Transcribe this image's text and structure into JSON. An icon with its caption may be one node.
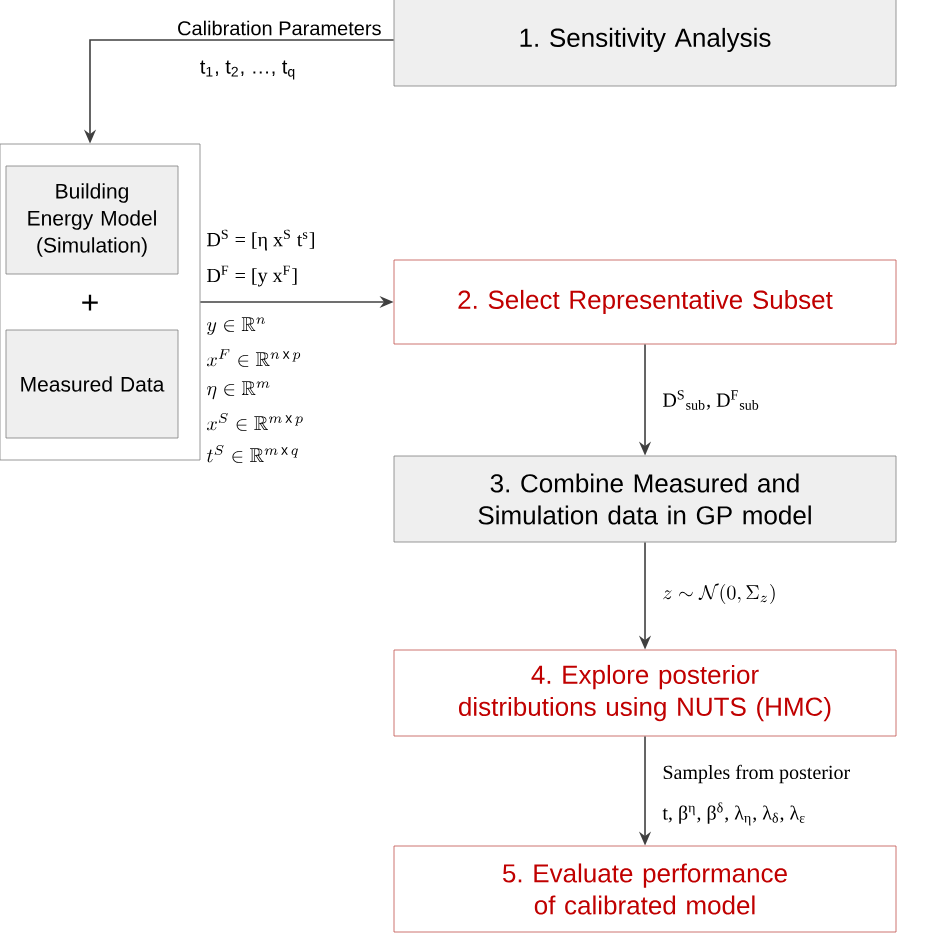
{
  "diagram": {
    "nodes": [
      {
        "text": [
          "1. Sensitivity Analysis"
        ]
      },
      {
        "text": [],
        "shape": "box"
      },
      {
        "text": [
          "Building Energy Model (Simulation)"
        ],
        "in": 1
      },
      {
        "text": [
          "Measured Data"
        ],
        "in": 1
      },
      {
        "text": [
          "2. Select Representative Subset"
        ]
      },
      {
        "text": [
          "3. Combine Measured and Simulation data in GP model"
        ]
      },
      {
        "text": [
          "4. Explore posterior distributions using NUTS (HMC)"
        ]
      },
      {
        "text": [
          "5. Evaluate performance of calibrated model"
        ]
      }
    ],
    "edges": [
      {
        "from": 0,
        "to": 1,
        "arrow": "to",
        "label": "Calibration Parameters"
      },
      {
        "from": 1,
        "to": 4,
        "arrow": "to"
      },
      {
        "from": 4,
        "to": 5,
        "arrow": "to",
        "label": "D$^{S}$$_{sub}$, D$^{F}$$_{sub}$"
      },
      {
        "from": 5,
        "to": 6,
        "arrow": "to"
      },
      {
        "from": 6,
        "to": 7,
        "arrow": "to",
        "label": "Samples from posterior"
      }
    ],
    "labels": [
      "t$_{1}$, t$_{2}$, …, t$_{q}$",
      "+",
      "D$^{S}$ = [η x$^{S}$ t$^{s}$]",
      "D$^{F}$ = [y x$^{F}$]",
      "y\\in\\mathbb{R}^{n}",
      "x^{F}\\in\\mathbb{R}^{n\\,\\mathrm{x}\\,p}",
      "\\eta\\in\\mathbb{R}^{m}",
      "x^{S}\\in\\mathbb{R}^{m\\,\\mathrm{x}\\,p}",
      "t^{S}\\in\\mathbb{R}^{m\\,\\mathrm{x}\\,q}",
      "z\\sim\\mathcal{N}(0,\\Sigma_{z})",
      "t, β$^{η}$, β$^{δ}$, λ$_{η}$, λ$_{δ}$, λ$_{ε}$"
    ]
  }
}
